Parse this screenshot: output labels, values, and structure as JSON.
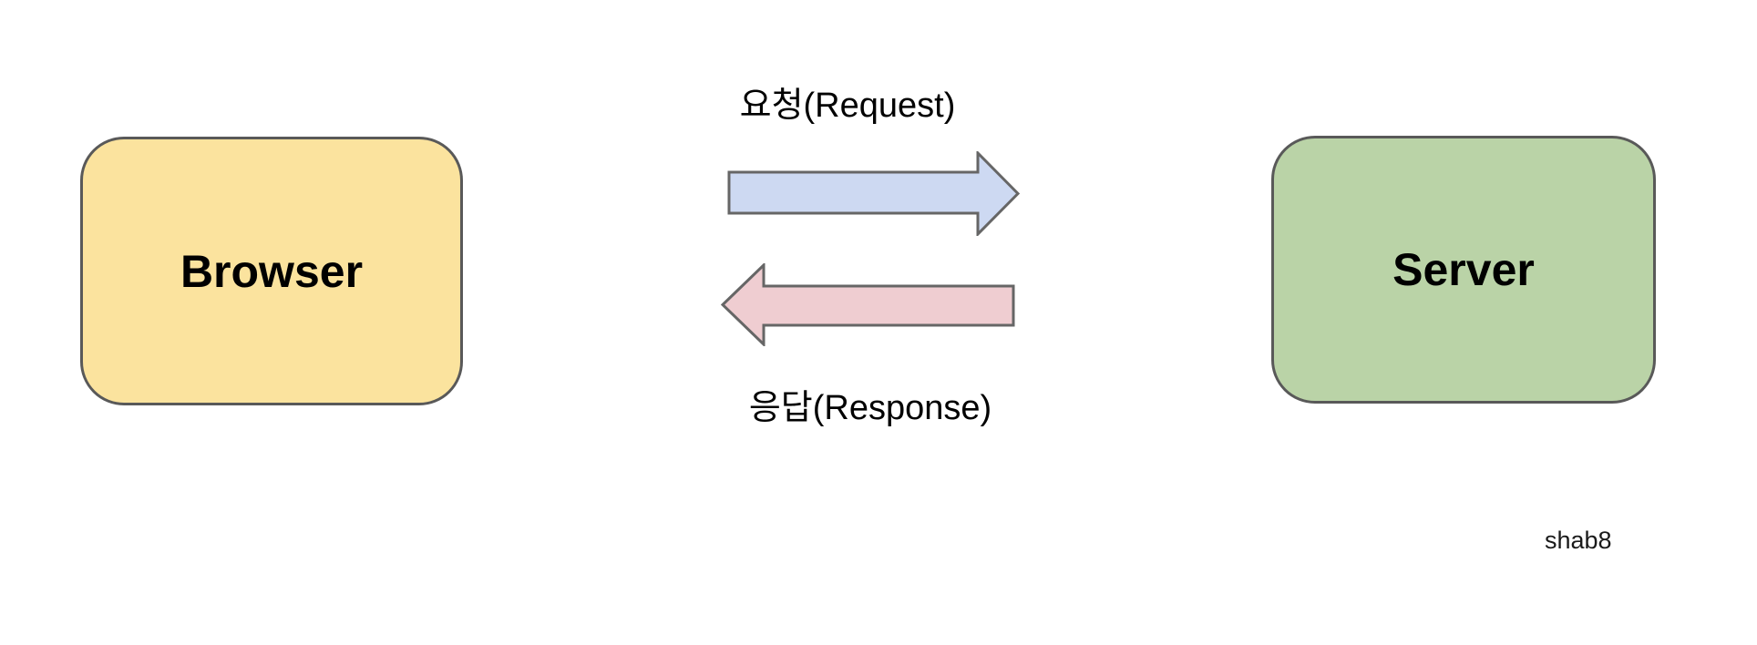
{
  "diagram": {
    "browser_node": {
      "label": "Browser"
    },
    "server_node": {
      "label": "Server"
    },
    "request_edge": {
      "label": "요청(Request)",
      "direction": "browser-to-server"
    },
    "response_edge": {
      "label": "응답(Response)",
      "direction": "server-to-browser"
    },
    "watermark": "shab8"
  },
  "colors": {
    "background": "#ffffff",
    "node_border": "#595959",
    "browser_fill": "#fbe39e",
    "server_fill": "#bad3a7",
    "request_arrow_fill": "#cdd9f2",
    "response_arrow_fill": "#efcdd1",
    "arrow_stroke": "#666666",
    "text": "#111111"
  }
}
